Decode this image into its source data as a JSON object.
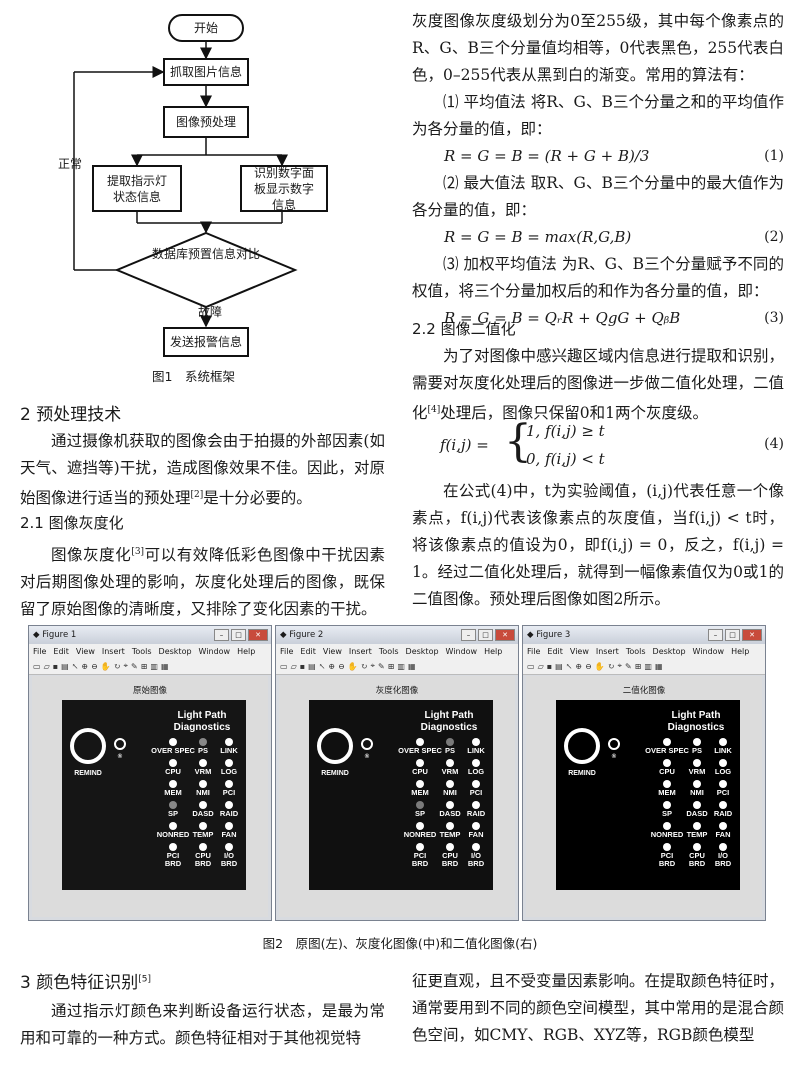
{
  "flowchart": {
    "start": "开始",
    "capture": "抓取图片信息",
    "preprocess": "图像预处理",
    "extract_left": "提取指示灯状态信息",
    "extract_right": "识别数字面板显示数字信息",
    "compare": "数据库预置信息对比",
    "normal": "正常",
    "fault": "故障",
    "alarm": "发送报警信息",
    "caption": "图1　系统框架"
  },
  "left_col": {
    "sec2_title": "2  预处理技术",
    "sec2_p1": "通过摄像机获取的图像会由于拍摄的外部因素(如天气、遮挡等)干扰，造成图像效果不佳。因此，对原始图像进行适当的预处理",
    "sec2_p1_ref": "[2]",
    "sec2_p1_end": "是十分必要的。",
    "sec21_title": "2.1  图像灰度化",
    "sec21_p1": "图像灰度化",
    "sec21_p1_ref": "[3]",
    "sec21_p1_end": "可以有效降低彩色图像中干扰因素对后期图像处理的影响，灰度化处理后的图像，既保留了原始图像的清晰度，又排除了变化因素的干扰。"
  },
  "right_col": {
    "p1": "灰度图像灰度级划分为0至255级，其中每个像素点的R、G、B三个分量值均相等，0代表黑色，255代表白色，0–255代表从黑到白的渐变。常用的算法有：",
    "m1": "⑴ 平均值法  将R、G、B三个分量之和的平均值作为各分量的值，即：",
    "eq1": "R = G = B = (R + G + B)/3",
    "eq1_num": "(1)",
    "m2": "⑵ 最大值法  取R、G、B三个分量中的最大值作为各分量的值，即：",
    "eq2": "R = G = B = max(R,G,B)",
    "eq2_num": "(2)",
    "m3": "⑶ 加权平均值法  为R、G、B三个分量赋予不同的权值，将三个分量加权后的和作为各分量的值，即：",
    "eq3": "R = G = B = QᵣR + Q𝑔G + QᵦB",
    "eq3_num": "(3)",
    "sec22_title": "2.2  图像二值化",
    "p2": "为了对图像中感兴趣区域内信息进行提取和识别，需要对灰度化处理后的图像进一步做二值化处理，二值化",
    "p2_ref": "[4]",
    "p2_end": "处理后，图像只保留0和1两个灰度级。",
    "eq4_lhs": "f(i,j) =",
    "eq4_case1": "1, f(i,j) ≥ t",
    "eq4_case2": "0, f(i,j) < t",
    "eq4_num": "(4)",
    "p3": "在公式(4)中，t为实验阈值，(i,j)代表任意一个像素点，f(i,j)代表该像素点的灰度值，当f(i,j) < t时，将该像素点的值设为0，即f(i,j) = 0，反之，f(i,j) = 1。经过二值化处理后，就得到一幅像素值仅为0或1的二值图像。预处理后图像如图2所示。"
  },
  "figures": [
    {
      "win_title": "Figure 1",
      "plot_title": "原始图像"
    },
    {
      "win_title": "Figure 2",
      "plot_title": "灰度化图像"
    },
    {
      "win_title": "Figure 3",
      "plot_title": "二值化图像"
    }
  ],
  "menu": [
    "File",
    "Edit",
    "View",
    "Insert",
    "Tools",
    "Desktop",
    "Window",
    "Help"
  ],
  "panel": {
    "header1": "Light Path",
    "header2": "Diagnostics",
    "remind": "REMIND",
    "r": "R",
    "labels": [
      "OVER SPEC",
      "PS",
      "LINK",
      "CPU",
      "VRM",
      "LOG",
      "MEM",
      "NMI",
      "PCI",
      "SP",
      "DASD",
      "RAID",
      "NONRED",
      "TEMP",
      "FAN",
      "PCI BRD",
      "CPU BRD",
      "I/O BRD"
    ]
  },
  "fig2_caption": "图2　原图(左)、灰度化图像(中)和二值化图像(右)",
  "bottom": {
    "sec3_title": "3  颜色特征识别",
    "sec3_ref": "[5]",
    "left_p": "通过指示灯颜色来判断设备运行状态，是最为常用和可靠的一种方式。颜色特征相对于其他视觉特",
    "right_p": "征更直观，且不受变量因素影响。在提取颜色特征时，通常要用到不同的颜色空间模型，其中常用的是混合颜色空间，如CMY、RGB、XYZ等，RGB颜色模型"
  }
}
